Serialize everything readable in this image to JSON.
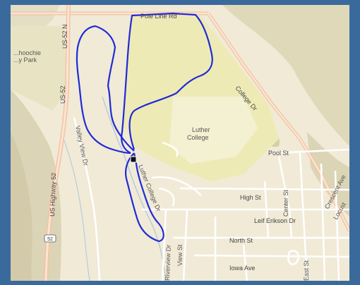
{
  "map": {
    "park_label_lines": [
      "...hoochie",
      "...y Park"
    ],
    "campus_label_lines": [
      "Luther",
      "College"
    ],
    "highway_shield": "52",
    "roads": {
      "pole_line_rd": "Pole Line Rd",
      "college_dr": "College Dr",
      "us52_n": "US-52 N",
      "us52": "US-52",
      "us_highway_52": "US Highway 52",
      "valley_view_dr": "Valley View Dr",
      "pool_st": "Pool St",
      "high_st": "High St",
      "center_st": "Center St",
      "crescent_ave": "Crescent Ave",
      "leif_erikson_dr": "Leif Erikson Dr",
      "locust": "Locust",
      "north_st": "North St",
      "iowa_ave": "Iowa Ave",
      "east_st": "East St",
      "view_st": "View St",
      "riverview_dr": "Riverview Dr",
      "luther_college_dr": "Luther College Dr"
    },
    "colors": {
      "route": "#1f2bd6",
      "terrain": "#e7e2c4",
      "campus": "#eeeab3",
      "road": "#ffffff",
      "major_road": "#f3c6a6",
      "frame": "#3a6a9c"
    }
  }
}
